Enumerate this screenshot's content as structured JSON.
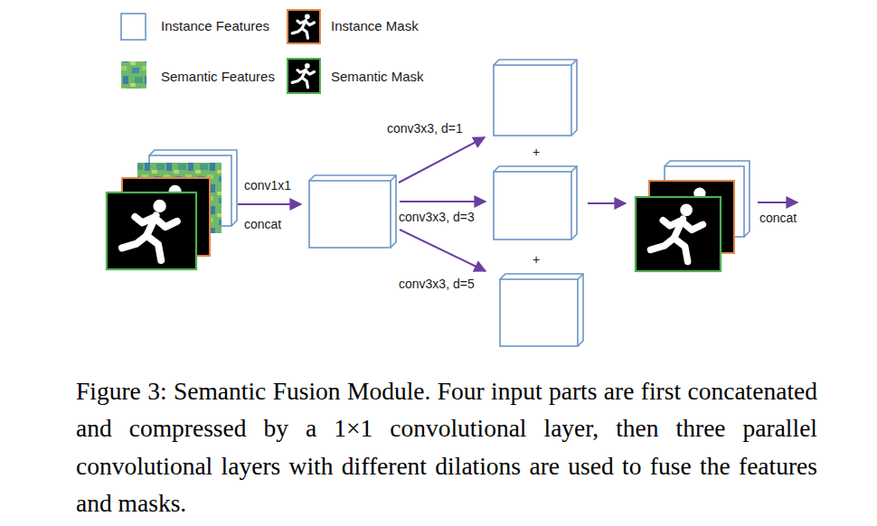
{
  "diagram": {
    "caption": "Figure 3: Semantic Fusion Module. Four input parts are first concatenated and compressed by a 1×1 convolutional layer, then three parallel convolutional layers with different dilations are used to fuse the features and masks.",
    "labels": [
      "conv1x1",
      "concat",
      "conv3x3, d=1",
      "conv3x3, d=3",
      "conv3x3, d=5",
      "+",
      "+",
      "concat"
    ],
    "legend": [
      {
        "text": "Instance Features"
      },
      {
        "text": "Instance Mask"
      },
      {
        "text": "Semantic Features"
      },
      {
        "text": "Semantic Mask"
      }
    ]
  }
}
